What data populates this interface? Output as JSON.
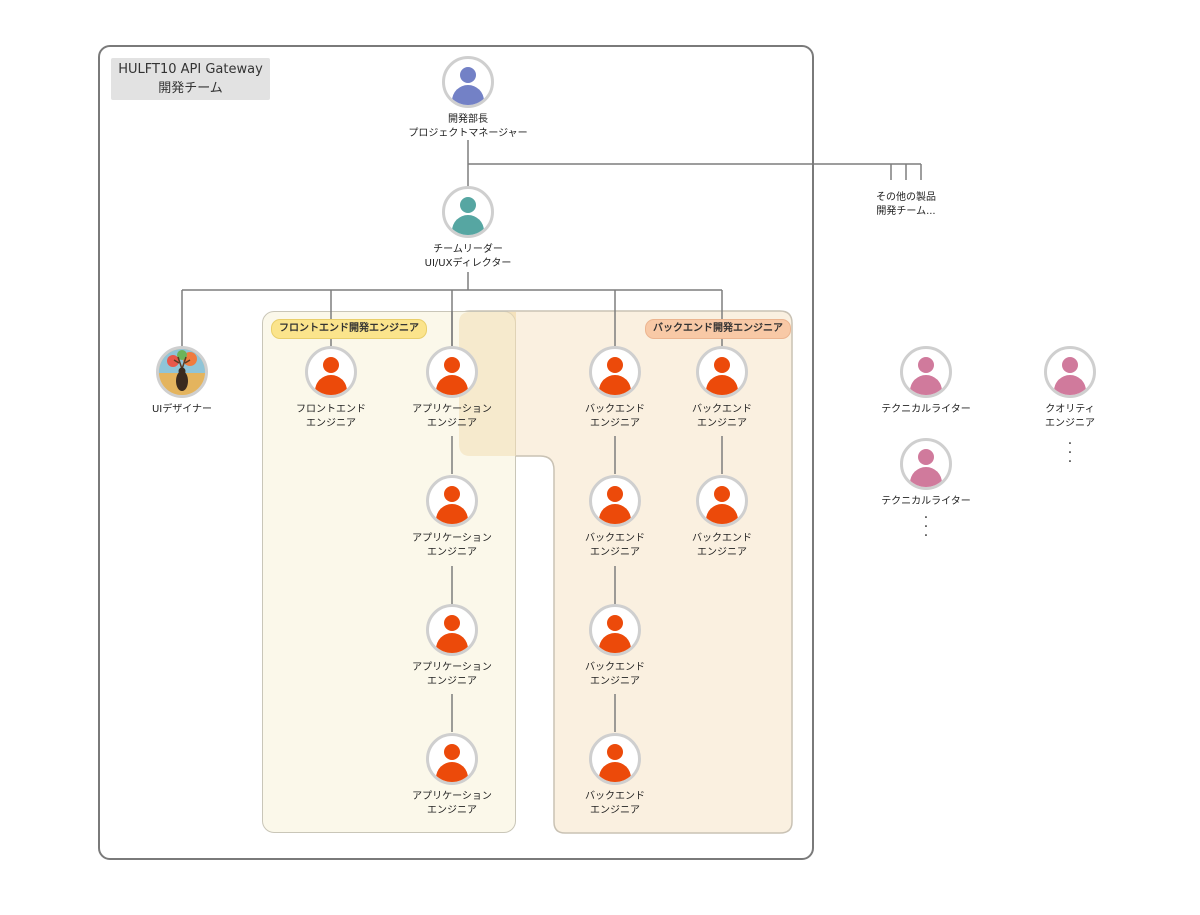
{
  "team": {
    "title_line1": "HULFT10 API Gateway",
    "title_line2": "開発チーム"
  },
  "groups": {
    "frontend": "フロントエンド開発エンジニア",
    "backend": "バックエンド開発エンジニア"
  },
  "manager": {
    "line1": "開発部長",
    "line2": "プロジェクトマネージャー"
  },
  "leader": {
    "line1": "チームリーダー",
    "line2": "UI/UXディレクター"
  },
  "other_teams": {
    "line1": "その他の製品",
    "line2": "開発チーム..."
  },
  "ui_designer": {
    "line1": "UIデザイナー"
  },
  "frontend_engineer": {
    "line1": "フロントエンド",
    "line2": "エンジニア"
  },
  "app_engineer": {
    "line1": "アプリケーション",
    "line2": "エンジニア"
  },
  "backend_engineer": {
    "line1": "バックエンド",
    "line2": "エンジニア"
  },
  "tech_writer": {
    "line1": "テクニカルライター"
  },
  "quality_engineer": {
    "line1": "クオリティ",
    "line2": "エンジニア"
  },
  "colors": {
    "manager": "#7381c6",
    "leader": "#56a6a2",
    "engineer": "#ec4a0a",
    "writer": "#d07a9c",
    "frontend_region": "#fbf8ea",
    "backend_region": "#f9eddb"
  },
  "icons": [
    "person-icon",
    "deer-illustration-icon"
  ]
}
